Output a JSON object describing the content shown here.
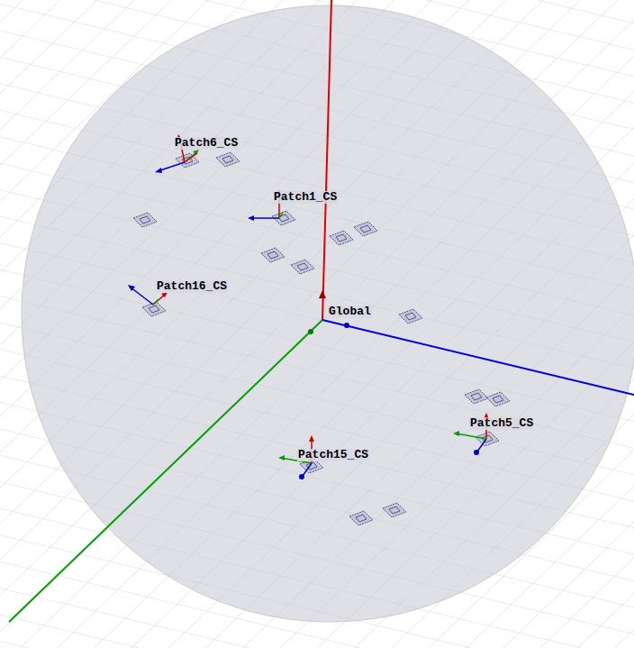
{
  "diagram": {
    "labels": [
      "Patch6_CS",
      "Patch1_CS",
      "Patch16_CS",
      "Global",
      "Patch5_CS",
      "Patch15_CS"
    ]
  }
}
